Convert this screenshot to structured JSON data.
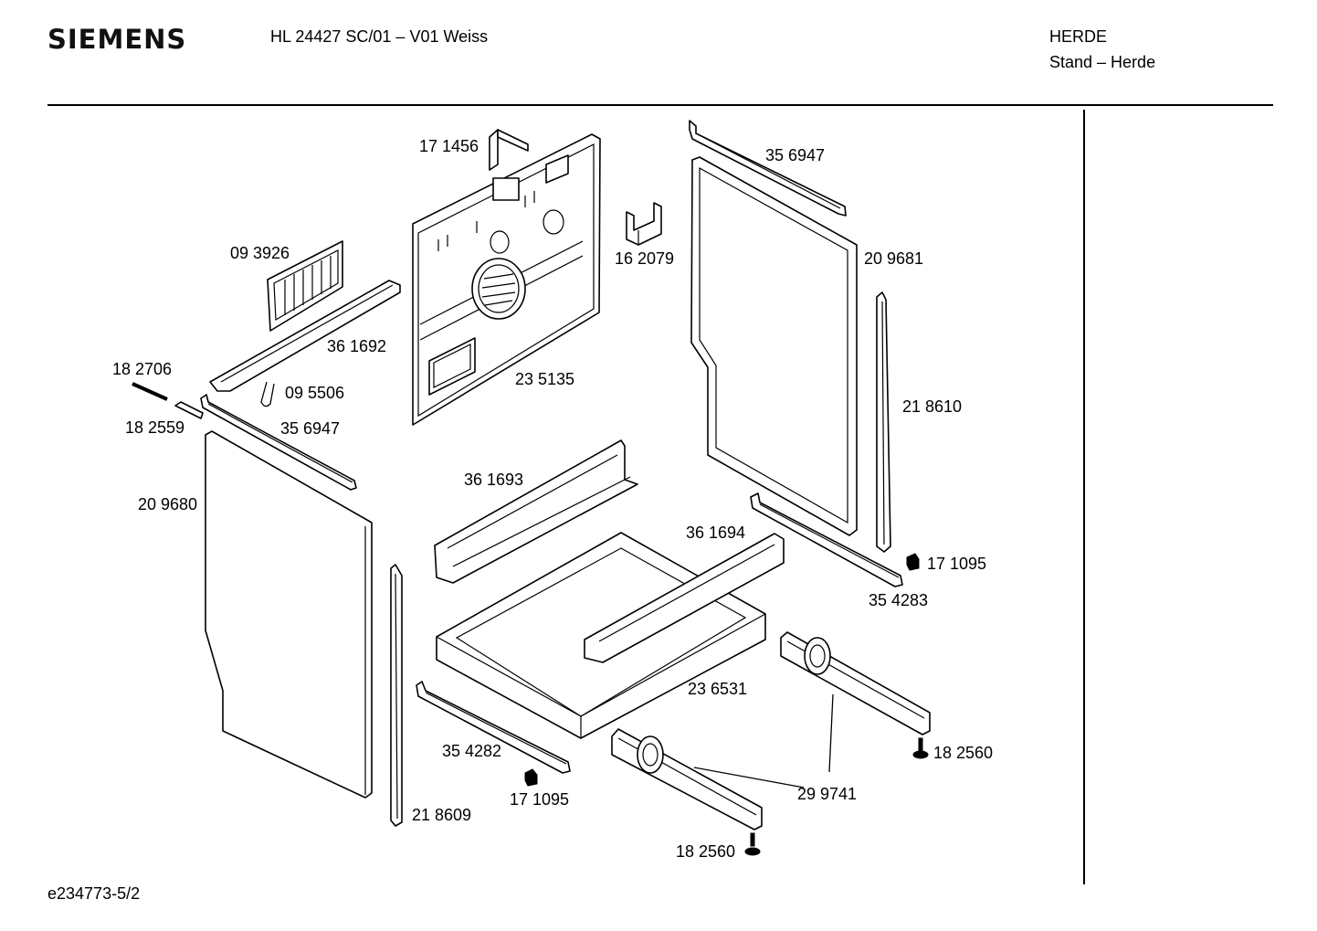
{
  "header": {
    "brand": "SIEMENS",
    "model": "HL 24427 SC/01 – V01 Weiss",
    "category": "HERDE",
    "subcategory": "Stand – Herde"
  },
  "footer": {
    "doc_id": "e234773-5/2"
  },
  "parts": [
    {
      "id": "p1",
      "number": "17 1456"
    },
    {
      "id": "p2",
      "number": "35 6947"
    },
    {
      "id": "p3",
      "number": "09 3926"
    },
    {
      "id": "p4",
      "number": "16 2079"
    },
    {
      "id": "p5",
      "number": "20 9681"
    },
    {
      "id": "p6",
      "number": "36 1692"
    },
    {
      "id": "p7",
      "number": "18 2706"
    },
    {
      "id": "p8",
      "number": "09 5506"
    },
    {
      "id": "p9",
      "number": "23 5135"
    },
    {
      "id": "p10",
      "number": "21 8610"
    },
    {
      "id": "p11",
      "number": "18 2559"
    },
    {
      "id": "p12",
      "number": "35 6947"
    },
    {
      "id": "p13",
      "number": "36 1693"
    },
    {
      "id": "p14",
      "number": "20 9680"
    },
    {
      "id": "p15",
      "number": "36 1694"
    },
    {
      "id": "p16",
      "number": "17 1095"
    },
    {
      "id": "p17",
      "number": "35 4283"
    },
    {
      "id": "p18",
      "number": "23 6531"
    },
    {
      "id": "p19",
      "number": "35 4282"
    },
    {
      "id": "p20",
      "number": "18 2560"
    },
    {
      "id": "p21",
      "number": "29 9741"
    },
    {
      "id": "p22",
      "number": "17 1095"
    },
    {
      "id": "p23",
      "number": "21 8609"
    },
    {
      "id": "p24",
      "number": "18 2560"
    }
  ]
}
